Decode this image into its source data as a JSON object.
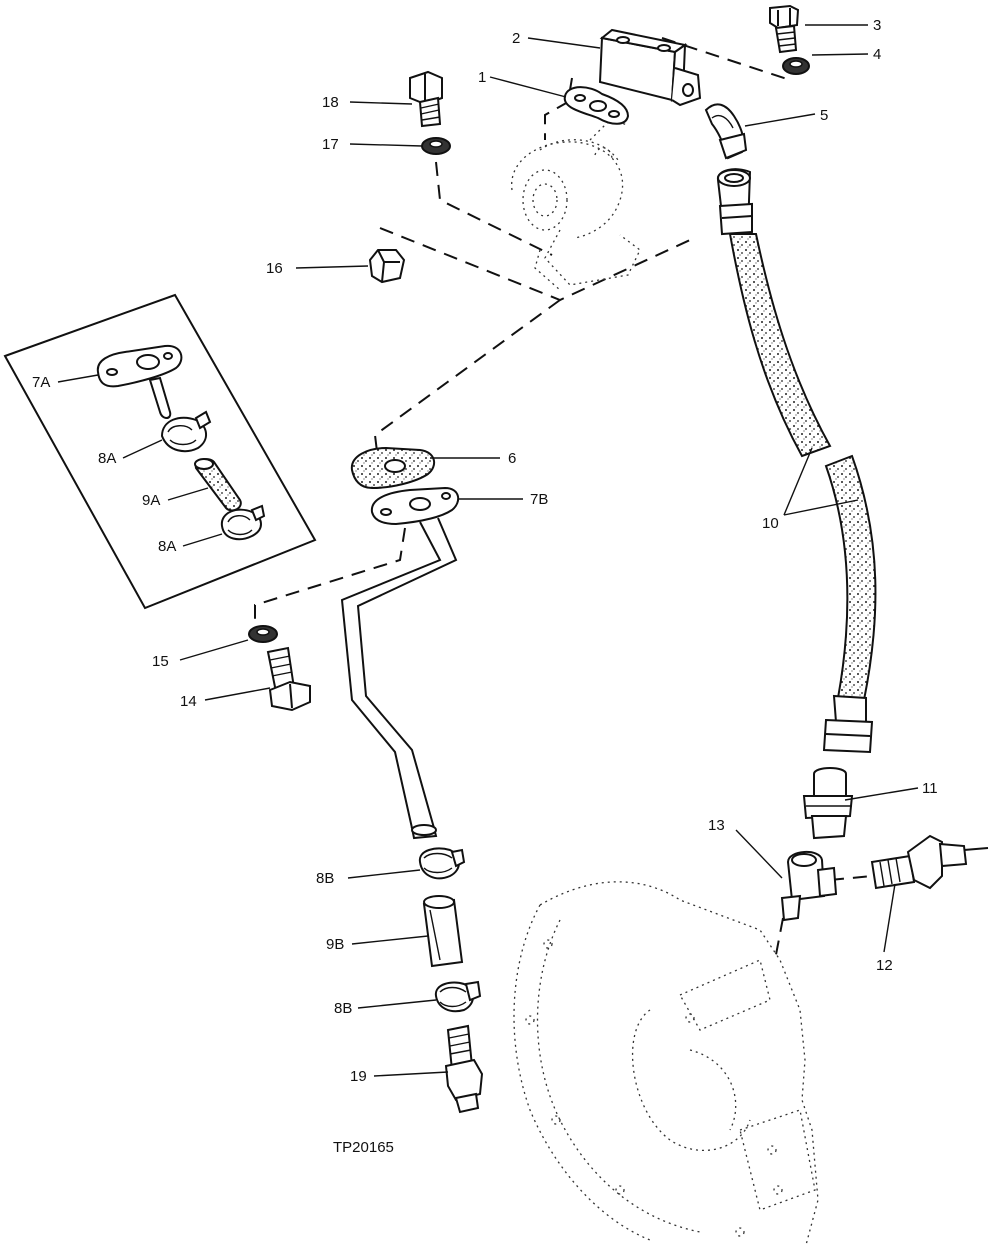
{
  "figure_id": "TP20165",
  "callouts": [
    {
      "id": "c1",
      "label": "1"
    },
    {
      "id": "c2",
      "label": "2"
    },
    {
      "id": "c3",
      "label": "3"
    },
    {
      "id": "c4",
      "label": "4"
    },
    {
      "id": "c5",
      "label": "5"
    },
    {
      "id": "c6",
      "label": "6"
    },
    {
      "id": "c7a",
      "label": "7A"
    },
    {
      "id": "c7b",
      "label": "7B"
    },
    {
      "id": "c8a1",
      "label": "8A"
    },
    {
      "id": "c8a2",
      "label": "8A"
    },
    {
      "id": "c8b1",
      "label": "8B"
    },
    {
      "id": "c8b2",
      "label": "8B"
    },
    {
      "id": "c9a",
      "label": "9A"
    },
    {
      "id": "c9b",
      "label": "9B"
    },
    {
      "id": "c10",
      "label": "10"
    },
    {
      "id": "c11",
      "label": "11"
    },
    {
      "id": "c12",
      "label": "12"
    },
    {
      "id": "c13",
      "label": "13"
    },
    {
      "id": "c14",
      "label": "14"
    },
    {
      "id": "c15",
      "label": "15"
    },
    {
      "id": "c16",
      "label": "16"
    },
    {
      "id": "c17",
      "label": "17"
    },
    {
      "id": "c18",
      "label": "18"
    },
    {
      "id": "c19",
      "label": "19"
    }
  ]
}
